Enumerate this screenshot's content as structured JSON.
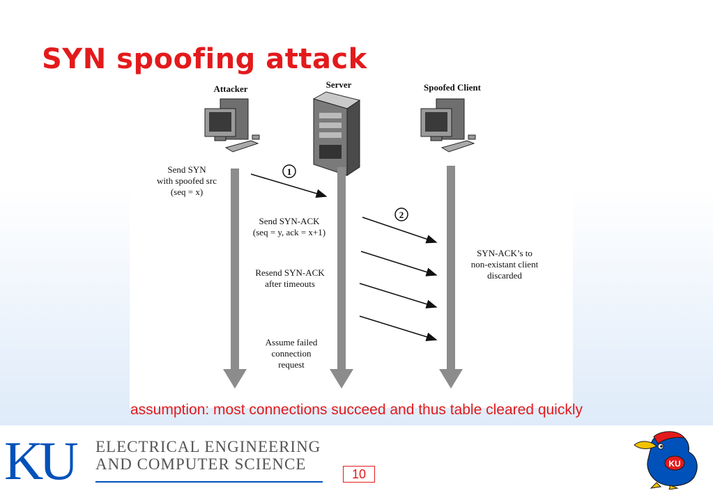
{
  "slide": {
    "title": "SYN spoofing attack",
    "caption": "assumption: most connections succeed and thus table cleared quickly",
    "page_number": "10"
  },
  "diagram": {
    "nodes": [
      {
        "id": "attacker",
        "label": "Attacker",
        "icon": "desktop-computer-icon"
      },
      {
        "id": "server",
        "label": "Server",
        "icon": "server-tower-icon"
      },
      {
        "id": "spoofed",
        "label": "Spoofed Client",
        "icon": "desktop-computer-icon"
      }
    ],
    "steps": {
      "step1": "1",
      "step2": "2"
    },
    "labels": {
      "send_syn": "Send SYN\nwith spoofed src\n(seq = x)",
      "send_synack": "Send SYN-ACK\n(seq = y, ack = x+1)",
      "resend": "Resend SYN-ACK\nafter timeouts",
      "assume": "Assume failed\nconnection\nrequest",
      "discarded": "SYN-ACK’s to\nnon-existant client\ndiscarded"
    }
  },
  "footer": {
    "dept_line1": "ELECTRICAL ENGINEERING",
    "dept_line2": "AND COMPUTER SCIENCE",
    "logo_letters": "KU",
    "mascot_text": "KU"
  },
  "colors": {
    "title": "#e31a1c",
    "ku_blue": "#0051ba",
    "lifeline": "#8c8c8c"
  }
}
